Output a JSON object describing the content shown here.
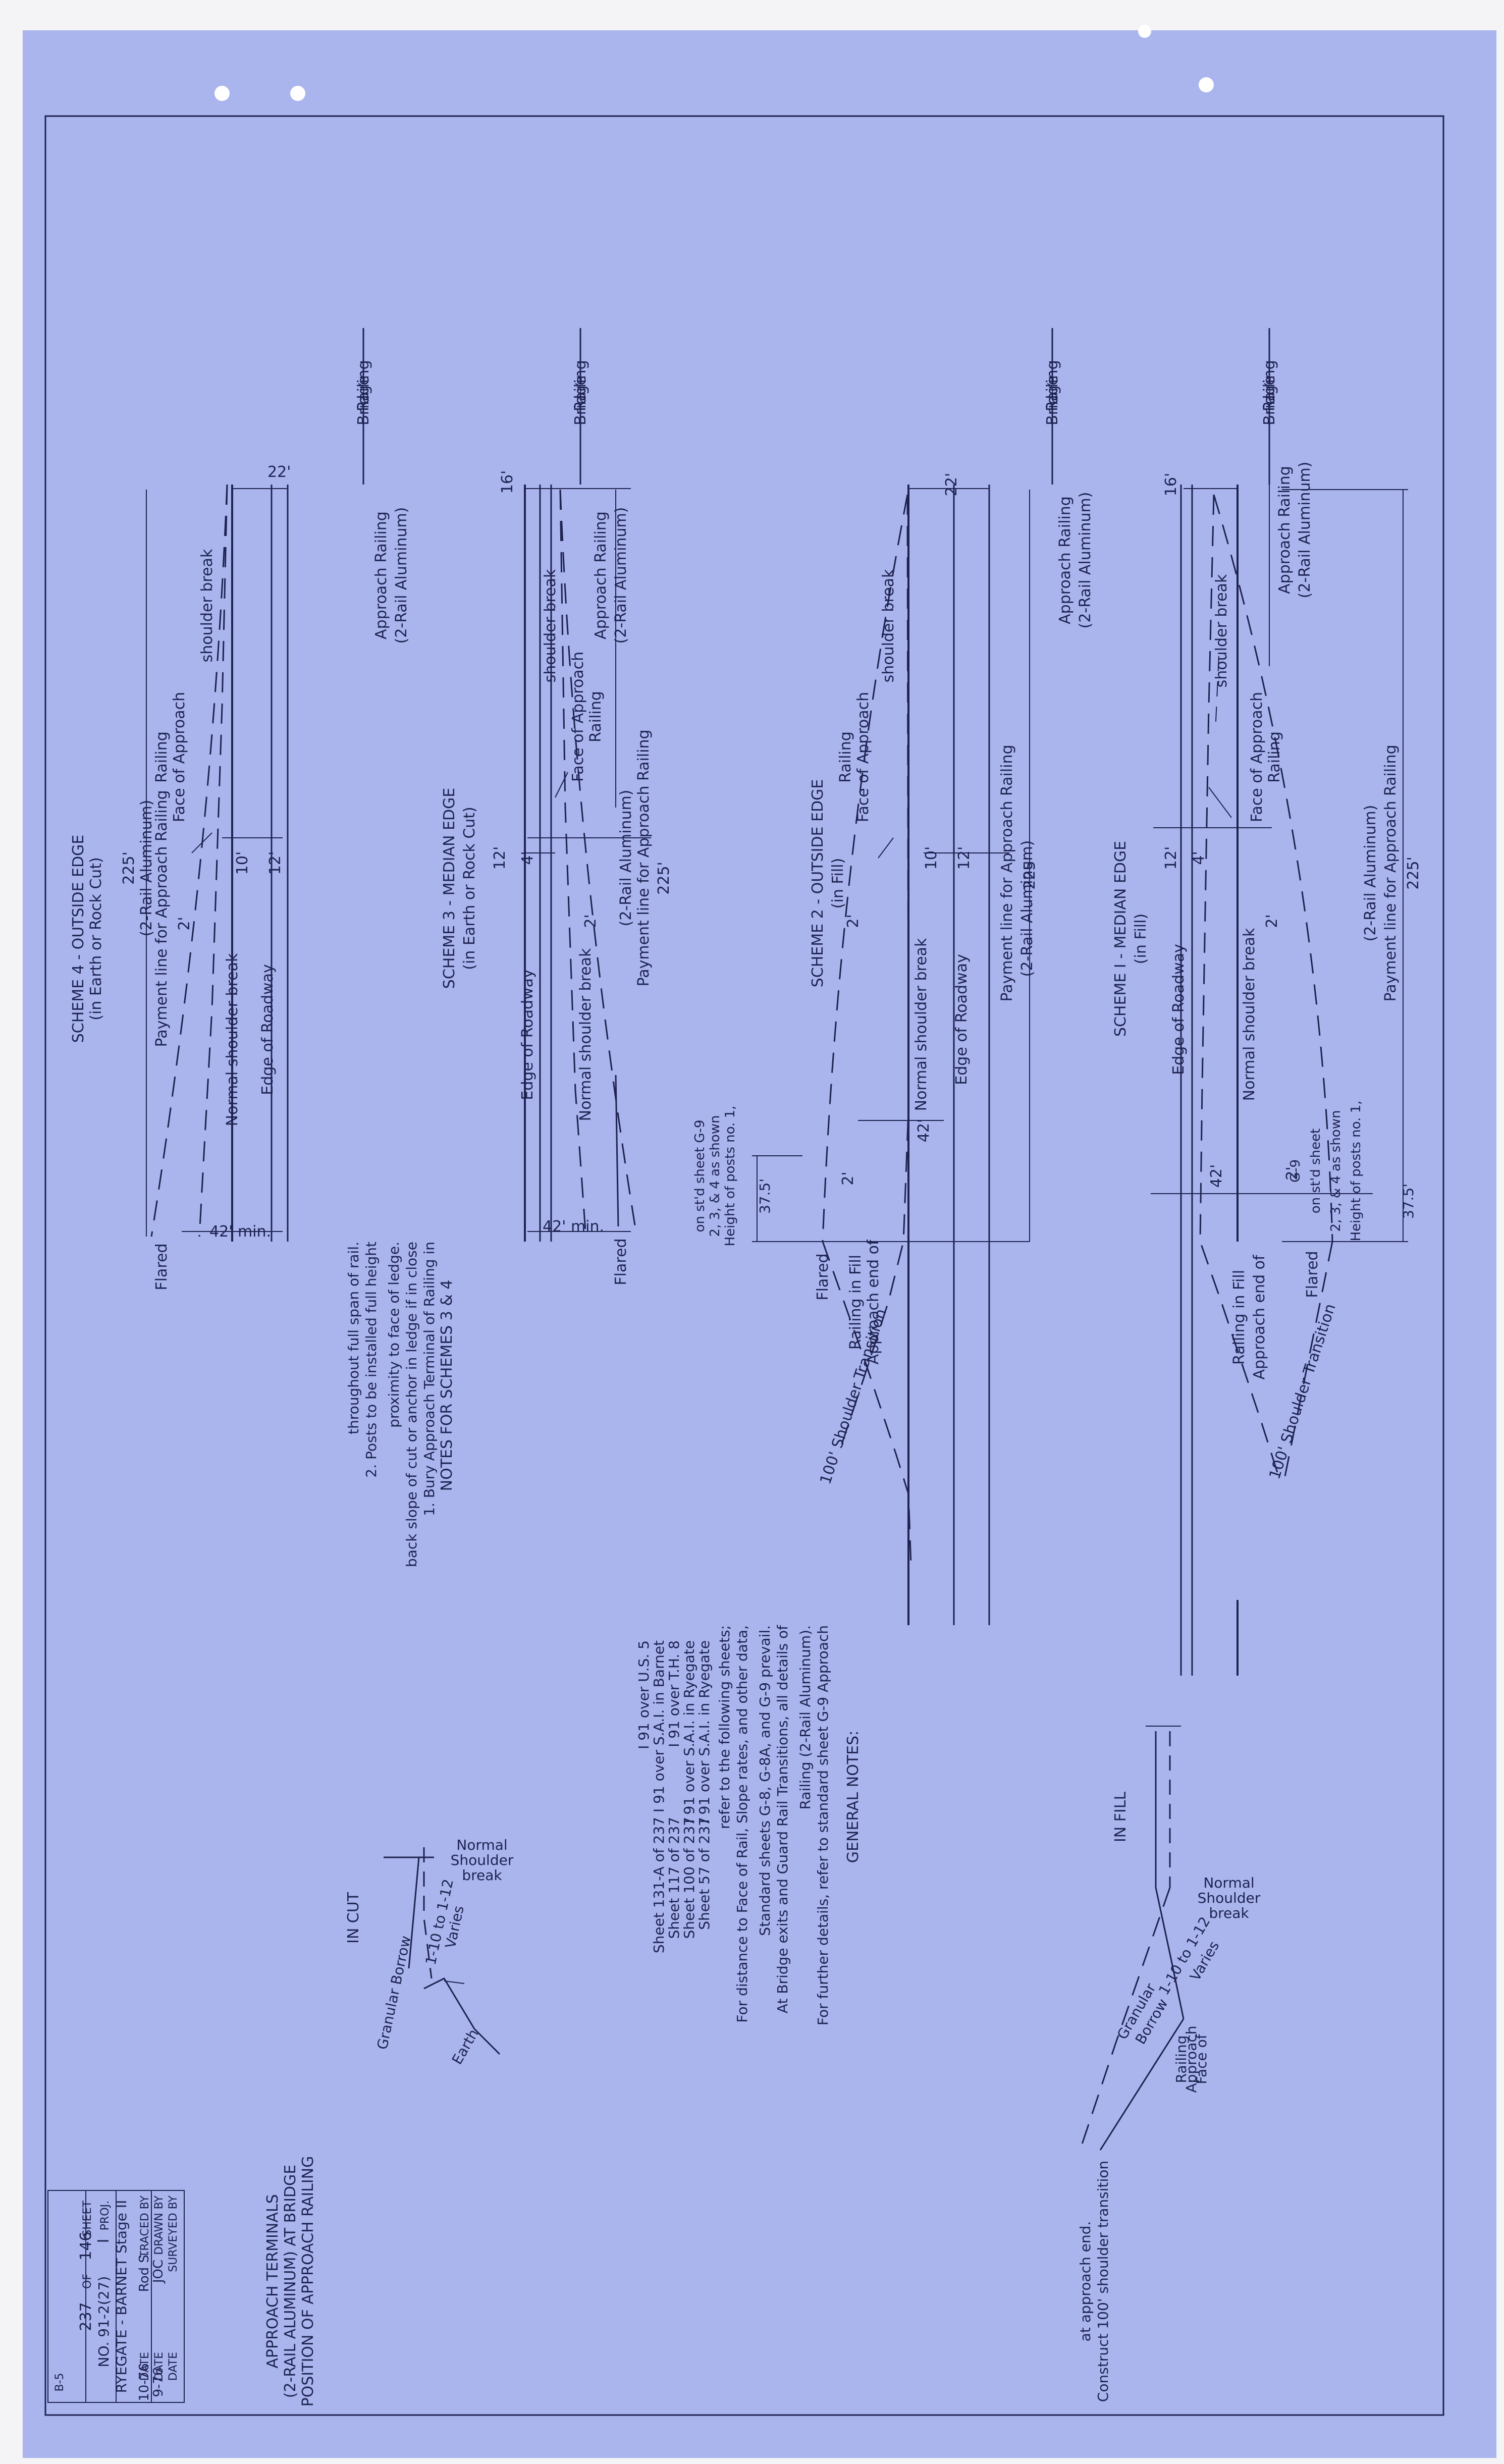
{
  "colors": {
    "paper": "#aab5ee",
    "ink": "#1e2350",
    "margin": "#f4f4f6"
  },
  "scheme1": {
    "bridge": "Bridge",
    "railing": "Railing",
    "approach_railing": [
      "Approach Railing",
      "(2-Rail Aluminum)"
    ],
    "payment": [
      "225'",
      "Payment line for Approach Railing",
      "(2-Rail Aluminum)"
    ],
    "dim16": "16'",
    "dim4": "4'",
    "dim12": "12'",
    "dim2a": "2'",
    "dim2b": "2'",
    "dim42": "42'",
    "shoulder_break": "shoulder break",
    "face": [
      "Face of Approach",
      "Railing"
    ],
    "title": [
      "SCHEME I - MEDIAN EDGE",
      "(in Fill)"
    ],
    "normal_break": "Normal shoulder break",
    "edge": "Edge of Roadway",
    "height": [
      "37.5'",
      "Height of posts no. 1,",
      "2, 3, & 4 as shown",
      "on st'd sheet",
      "G-9"
    ],
    "flared": "Flared",
    "approach_end": [
      "Approach end of",
      "Railing in Fill"
    ],
    "transition": "100' Shoulder Transition"
  },
  "scheme2": {
    "bridge": "Bridge",
    "railing": "Railing",
    "approach_railing": [
      "Approach Railing",
      "(2-Rail Aluminum)"
    ],
    "payment": [
      "225'",
      "Payment line for Approach Railing",
      "(2-Rail Aluminum)"
    ],
    "dim22": "22'",
    "dim10": "10'",
    "dim12": "12'",
    "dim2a": "2'",
    "dim2b": "2'",
    "dim42": "42'",
    "shoulder_break": "shoulder break",
    "face": [
      "Face of Approach",
      "Railing"
    ],
    "title": [
      "SCHEME 2 - OUTSIDE EDGE",
      "(in Fill)"
    ],
    "normal_break": "Normal shoulder break",
    "edge": "Edge of Roadway",
    "height": [
      "37.5'",
      "Height of posts no. 1,",
      "2, 3, & 4 as shown",
      "on st'd sheet G-9"
    ],
    "flared": "Flared",
    "approach_end": [
      "Approach end of",
      "Railing in Fill"
    ],
    "transition": "100' Shoulder Transition"
  },
  "scheme3": {
    "bridge": "Bridge",
    "railing": "Railing",
    "approach_railing": [
      "Approach Railing",
      "(2-Rail Aluminum)"
    ],
    "payment": [
      "225'",
      "Payment line for Approach Railing",
      "(2-Rail Aluminum)"
    ],
    "dim16": "16'",
    "dim4": "4'",
    "dim12": "12'",
    "dim2": "2'",
    "dim42": "42' min.",
    "shoulder_break": "shoulder break",
    "face": [
      "Face of Approach",
      "Railing"
    ],
    "title": [
      "SCHEME 3 - MEDIAN EDGE",
      "(in Earth or Rock Cut)"
    ],
    "normal_break": "Normal shoulder break",
    "edge": "Edge of Roadway",
    "flared": "Flared"
  },
  "scheme4": {
    "bridge": "Bridge",
    "railing": "Railing",
    "approach_railing": [
      "Approach Railing",
      "(2-Rail Aluminum)"
    ],
    "payment": [
      "Payment line for Approach Railing",
      "(2-Rail Aluminum)",
      "225'"
    ],
    "dim22": "22'",
    "dim10": "10'",
    "dim12": "12'",
    "dim2": "2'",
    "dim42": "42' min.",
    "shoulder_break": "shoulder break",
    "face": [
      "Face of Approach",
      "Railing"
    ],
    "title": [
      "SCHEME 4 - OUTSIDE EDGE",
      "(in Earth or Rock Cut)"
    ],
    "normal_break": "Normal shoulder break",
    "edge": "Edge of Roadway",
    "flared": "Flared"
  },
  "notes34": {
    "heading": "NOTES FOR SCHEMES 3 & 4",
    "lines": [
      "1. Bury Approach Terminal of Railing in",
      "back slope of cut or anchor in ledge if in close",
      "proximity to face of ledge.",
      "2. Posts to be installed full height",
      "throughout full span of rail."
    ]
  },
  "general_notes": {
    "heading": "GENERAL NOTES:",
    "lines": [
      "For further details, refer to standard sheet G-9 Approach",
      "Railing (2-Rail Aluminum).",
      "At Bridge exits and Guard Rail Transitions, all details of",
      "Standard sheets G-8, G-8A, and G-9 prevail.",
      "For distance to Face of Rail, Slope rates, and other data,",
      "refer to the following sheets;"
    ],
    "refs": [
      [
        "I 91 over S.A.I. in Ryegate",
        "Sheet 57 of 237"
      ],
      [
        "I 91 over S.A.I. in Ryegate",
        "Sheet 100 of 237"
      ],
      [
        "I 91 over T.H. 8",
        "Sheet 117 of 237"
      ],
      [
        "I 91 over S.A.I. in Barnet",
        "Sheet 131-A of 237"
      ],
      [
        "I 91 over U.S. 5",
        ""
      ]
    ]
  },
  "in_fill": {
    "label": "IN FILL",
    "normal": [
      "Normal",
      "Shoulder",
      "break"
    ],
    "varies": [
      "Varies",
      "1-10 to 1-12"
    ],
    "granular": [
      "Granular",
      "Borrow"
    ],
    "face": [
      "Face of",
      "Approach",
      "Railing"
    ],
    "construct": [
      "Construct 100' shoulder transition",
      "at approach end."
    ]
  },
  "in_cut": {
    "label": "IN CUT",
    "normal": [
      "Normal",
      "Shoulder",
      "break"
    ],
    "varies": [
      "Varies",
      "1-10 to 1-12"
    ],
    "granular": "Granular Borrow",
    "earth": "Earth"
  },
  "sheet_title": [
    "POSITION OF APPROACH RAILING",
    "(2-RAIL ALUMINUM) AT BRIDGE",
    "APPROACH TERMINALS"
  ],
  "title_block": {
    "rows": [
      [
        "SURVEYED BY",
        "",
        "DATE",
        ""
      ],
      [
        "DRAWN BY",
        "JOC",
        "DATE",
        "9-76"
      ],
      [
        "TRACED BY",
        "Rod S.",
        "DATE",
        "10-76"
      ]
    ],
    "project_name": "RYEGATE - BARNET Stage II",
    "project_no": [
      "PROJ.",
      "I",
      "NO. 91-2(27)"
    ],
    "sheet": [
      "SHEET",
      "146",
      "OF",
      "237"
    ],
    "corner": "B-5"
  }
}
